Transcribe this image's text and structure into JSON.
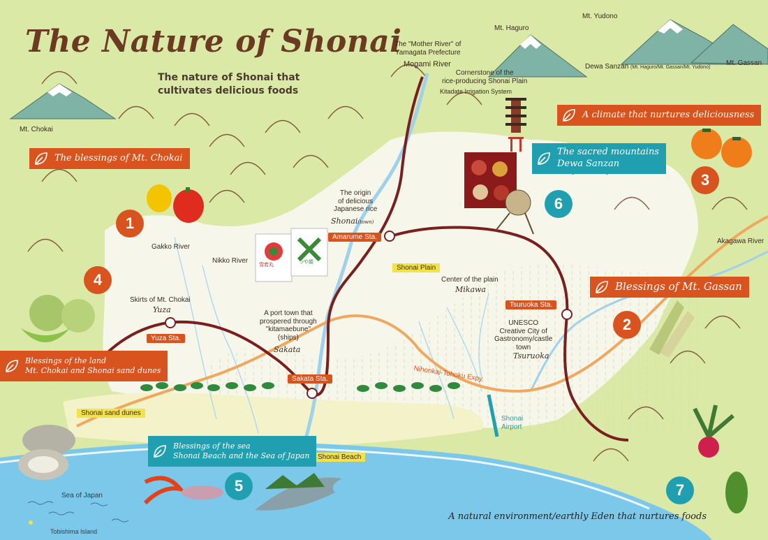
{
  "title": "The Nature of Shonai",
  "subtitle": [
    "The nature of Shonai that",
    "cultivates delicious foods"
  ],
  "mountains": {
    "chokai": "Mt. Chokai",
    "haguro": "Mt. Haguro",
    "yudono": "Mt. Yudono",
    "gassan": "Mt. Gassan",
    "dewa_sanzan": "Dewa Sanzan",
    "dewa_sanzan_note": "(Mt. Haguro/Mt. Gassan/Mt. Yudono)"
  },
  "rivers": {
    "mogami_caption": [
      "The \"Mother River\" of",
      "Yamagata Prefecture"
    ],
    "mogami": "Mogami River",
    "gakko": "Gakko River",
    "nikko": "Nikko River",
    "akagawa": "Akagawa River"
  },
  "irrigation": {
    "caption": [
      "Cornerstone of the",
      "rice-producing Shonai Plain"
    ],
    "name": "Kitadate Irrigation System"
  },
  "rice": {
    "caption": [
      "The origin",
      "of delicious",
      "Japanese rice"
    ],
    "place": "Shonai",
    "place_note": "(town)",
    "bag_left": "雪若丸",
    "bag_right": "つや姫"
  },
  "stations": {
    "amarume": "Amarume Sta.",
    "yuza": "Yuza Sta.",
    "sakata": "Sakata Sta.",
    "tsuruoka": "Tsuruoka Sta."
  },
  "places": {
    "yuza_caption": "Skirts of Mt. Chokai",
    "yuza": "Yuza",
    "sakata_caption": [
      "A port town that",
      "prospered through",
      "\"kitamaebune\"",
      "(ships)"
    ],
    "sakata": "Sakata",
    "mikawa_caption": "Center of the plain",
    "mikawa": "Mikawa",
    "tsuruoka_caption": [
      "UNESCO",
      "Creative  City of",
      "Gastronomy/castle",
      "town"
    ],
    "tsuruoka": "Tsuruoka"
  },
  "tags": {
    "shonai_plain": "Shonai Plain",
    "sand_dunes": "Shonai sand dunes",
    "beach": "Shonai Beach"
  },
  "expressway": "Nihonkai-Tohoku Expy.",
  "airport": [
    "Shonai",
    "Airport"
  ],
  "sea": "Sea of Japan",
  "island": "Tobishima Island",
  "banners": {
    "chokai": "The blessings of Mt. Chokai",
    "climate": "A climate that nurtures deliciousness",
    "sacred": [
      "The sacred mountains",
      "Dewa Sanzan"
    ],
    "gassan": "Blessings of Mt. Gassan",
    "land": [
      "Blessings of the land",
      "Mt. Chokai and Shonai sand dunes"
    ],
    "sea": [
      "Blessings of the sea",
      "Shonai Beach and the Sea of Japan"
    ]
  },
  "numbers": {
    "n1": "1",
    "n2": "2",
    "n3": "3",
    "n4": "4",
    "n5": "5",
    "n6": "6",
    "n7": "7"
  },
  "footer": "A natural environment/earthly Eden that nurtures foods",
  "colors": {
    "orange": "#d9531e",
    "teal": "#1f9fb0",
    "rail": "#7a1f1f",
    "road": "#f0a861",
    "sea": "#7cc8ea",
    "land": "#dbe9a6",
    "plain": "#f6f7ea"
  }
}
